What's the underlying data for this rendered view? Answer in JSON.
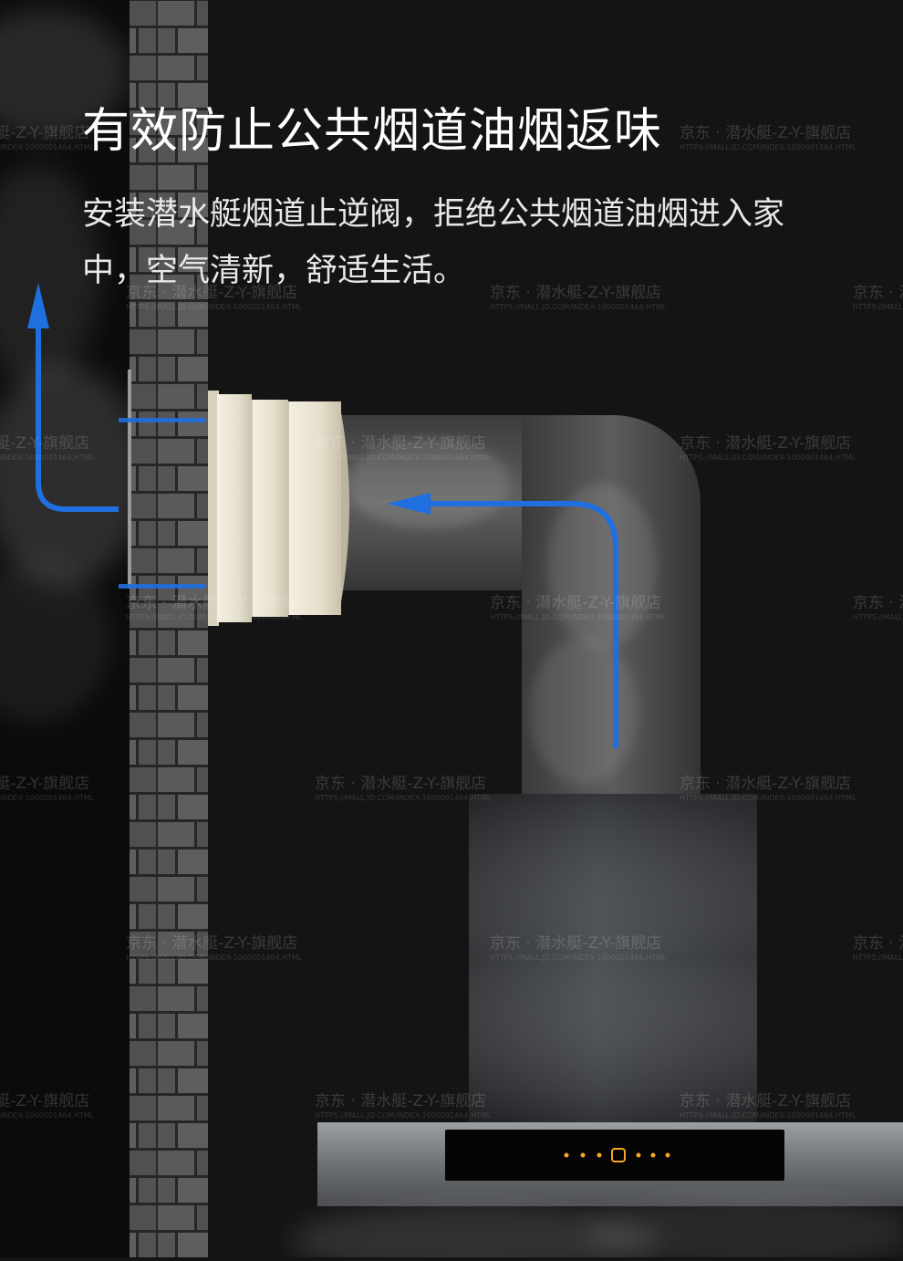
{
  "headline": "有效防止公共烟道油烟返味",
  "subcopy": "安装潜水艇烟道止逆阀，拒绝公共烟道油烟进入家中，空气清新，舒适生活。",
  "watermark": {
    "store": "京东 · 潜水艇-Z-Y-旗舰店",
    "url": "HTTPS://MALL.JD.COM/INDEX-1000001464.HTML"
  },
  "colors": {
    "background": "#141414",
    "brick": "#5a5a5a",
    "mortar": "#2a2a2a",
    "arrow": "#1f6fe0",
    "valve": "#ece6d6",
    "hood_body": "#3b3d40",
    "control_glow": "#f5a623"
  },
  "icons": [
    "arrow-up-icon",
    "arrow-left-icon",
    "power-icon",
    "fan-icon",
    "light-icon"
  ]
}
